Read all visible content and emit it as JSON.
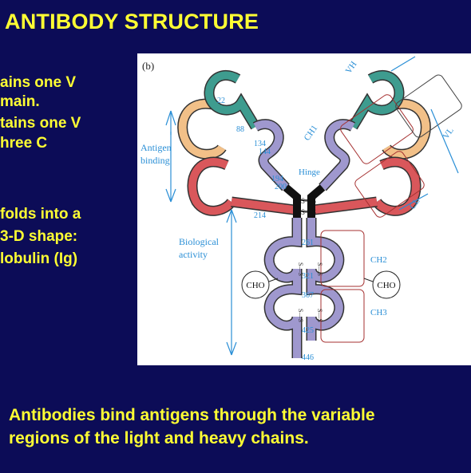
{
  "slide": {
    "title": "ANTIBODY STRUCTURE",
    "bullets": [
      "ains one V",
      "main.",
      "tains one V",
      "hree C",
      "folds into a",
      "3-D shape:",
      "lobulin (Ig)"
    ],
    "footer_lines": [
      "Antibodies bind antigens through the variable",
      "regions of the light and heavy chains."
    ]
  },
  "figure": {
    "panel_label": "(b)",
    "labels": {
      "antigen_binding_1": "Antigen",
      "antigen_binding_2": "binding",
      "hinge": "Hinge",
      "biological_1": "Biological",
      "biological_2": "activity",
      "cho": "CHO",
      "vh": "VH",
      "vl": "VL",
      "ch1": "CH1",
      "cl": "CL",
      "ch2": "CH2",
      "ch3": "CH3"
    },
    "residue_numbers": [
      "22",
      "88",
      "134",
      "144",
      "194",
      "200",
      "214",
      "261",
      "321",
      "367",
      "425",
      "446"
    ],
    "bond": "S—S",
    "colors": {
      "light_variable": "#f2c088",
      "light_constant": "#d9575b",
      "heavy_variable": "#3e9c8f",
      "heavy_constant": "#9f98ce",
      "hinge": "#111111",
      "annotation": "#2a8fd6",
      "box": "#a53030"
    }
  }
}
